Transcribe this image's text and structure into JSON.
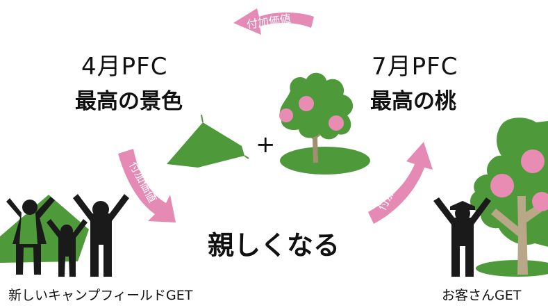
{
  "diagram": {
    "arrow_label": "付加価値",
    "april": {
      "month": "4月PFC",
      "headline": "最高の景色"
    },
    "july": {
      "month": "7月PFC",
      "headline": "最高の桃"
    },
    "plus_sign": "+",
    "center": "親しくなる",
    "caption_left": "新しいキャンプフィールドGET",
    "caption_right": "お客さんGET"
  },
  "colors": {
    "green": "#4e9a3b",
    "dark_green": "#2f6b22",
    "peach": "#e98cb4",
    "arrow_pink": "#e58ab5",
    "figure": "#1a1a1a"
  }
}
